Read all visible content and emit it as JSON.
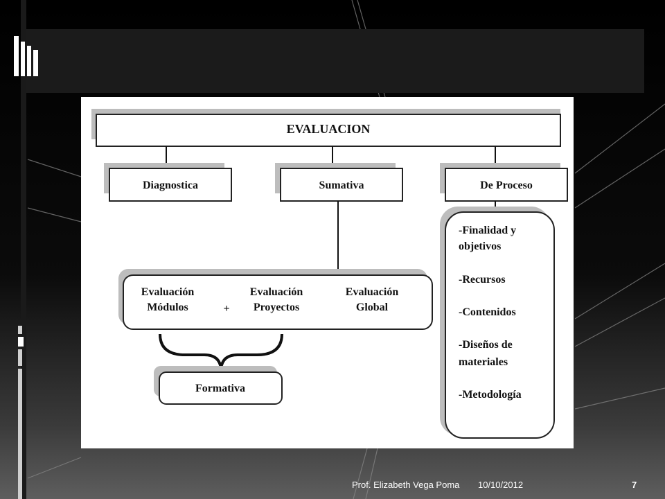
{
  "diagram": {
    "root": "EVALUACION",
    "types": {
      "diagnostica": "Diagnostica",
      "sumativa": "Sumativa",
      "proceso": "De Proceso"
    },
    "evaluaciones": {
      "modulos_l1": "Evaluación",
      "modulos_l2": "Módulos",
      "plus": "+",
      "proyectos_l1": "Evaluación",
      "proyectos_l2": "Proyectos",
      "global_l1": "Evaluación",
      "global_l2": "Global"
    },
    "formativa": "Formativa",
    "proceso_items": {
      "finalidad_l1": "-Finalidad y",
      "finalidad_l2": "objetivos",
      "recursos": "-Recursos",
      "contenidos": "-Contenidos",
      "disenos_l1": "-Diseños de",
      "disenos_l2": "materiales",
      "metodologia": "-Metodología"
    }
  },
  "footer": {
    "author": "Prof. Elizabeth Vega Poma",
    "date": "10/10/2012",
    "page": "7"
  }
}
